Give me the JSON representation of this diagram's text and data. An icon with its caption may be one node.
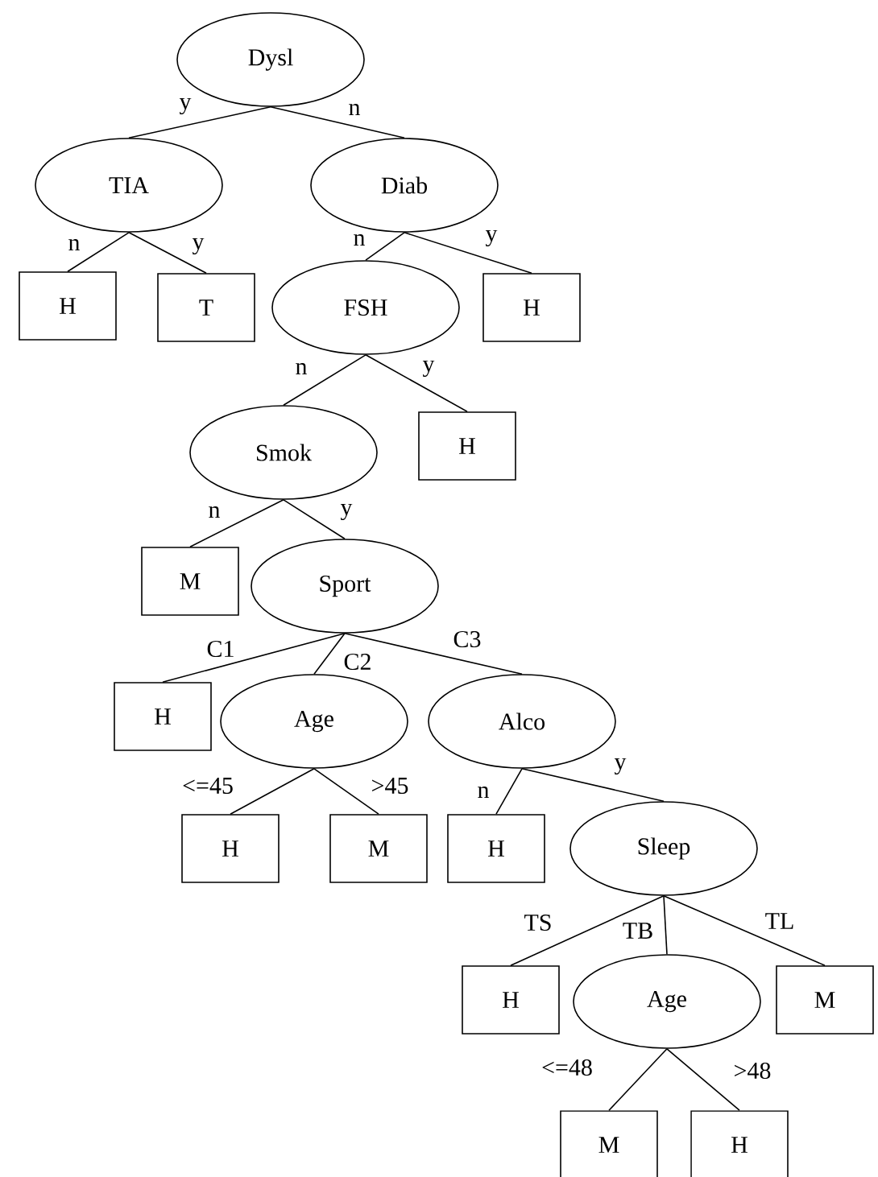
{
  "diagram": {
    "nodes": [
      {
        "text": [
          "Dysl"
        ]
      },
      {
        "text": [
          "TIA"
        ]
      },
      {
        "text": [
          "Diab"
        ]
      },
      {
        "text": [
          "H"
        ]
      },
      {
        "text": [
          "T"
        ]
      },
      {
        "text": [
          "FSH"
        ]
      },
      {
        "text": [
          "H"
        ]
      },
      {
        "text": [
          "Smok"
        ]
      },
      {
        "text": [
          "H"
        ]
      },
      {
        "text": [
          "M"
        ]
      },
      {
        "text": [
          "Sport"
        ]
      },
      {
        "text": [
          "H"
        ]
      },
      {
        "text": [
          "Age"
        ]
      },
      {
        "text": [
          "Alco"
        ]
      },
      {
        "text": [
          "H"
        ]
      },
      {
        "text": [
          "M"
        ]
      },
      {
        "text": [
          "H"
        ]
      },
      {
        "text": [
          "Sleep"
        ]
      },
      {
        "text": [
          "H"
        ]
      },
      {
        "text": [
          "Age"
        ]
      },
      {
        "text": [
          "M"
        ]
      },
      {
        "text": [
          "M"
        ]
      },
      {
        "text": [
          "H"
        ]
      }
    ],
    "edges": [
      {
        "from": 0,
        "to": 1,
        "arrow": "none",
        "label": "y"
      },
      {
        "from": 0,
        "to": 2,
        "arrow": "none",
        "label": "n"
      },
      {
        "from": 1,
        "to": 3,
        "arrow": "none",
        "label": "n"
      },
      {
        "from": 1,
        "to": 4,
        "arrow": "none",
        "label": "y"
      },
      {
        "from": 2,
        "to": 5,
        "arrow": "none",
        "label": "n"
      },
      {
        "from": 2,
        "to": 6,
        "arrow": "none",
        "label": "y"
      },
      {
        "from": 5,
        "to": 7,
        "arrow": "none",
        "label": "n"
      },
      {
        "from": 5,
        "to": 8,
        "arrow": "none",
        "label": "y"
      },
      {
        "from": 7,
        "to": 9,
        "arrow": "none",
        "label": "n"
      },
      {
        "from": 7,
        "to": 10,
        "arrow": "none",
        "label": "y"
      },
      {
        "from": 10,
        "to": 11,
        "arrow": "none",
        "label": "C1"
      },
      {
        "from": 10,
        "to": 12,
        "arrow": "none",
        "label": "C2"
      },
      {
        "from": 10,
        "to": 13,
        "arrow": "none",
        "label": "C3"
      },
      {
        "from": 12,
        "to": 14,
        "arrow": "none",
        "label": "<=45"
      },
      {
        "from": 12,
        "to": 15,
        "arrow": "none",
        "label": ">45"
      },
      {
        "from": 13,
        "to": 16,
        "arrow": "none",
        "label": "n"
      },
      {
        "from": 13,
        "to": 17,
        "arrow": "none",
        "label": "y"
      },
      {
        "from": 17,
        "to": 18,
        "arrow": "none",
        "label": "TS"
      },
      {
        "from": 17,
        "to": 19,
        "arrow": "none",
        "label": "TB"
      },
      {
        "from": 17,
        "to": 20,
        "arrow": "none",
        "label": "TL"
      },
      {
        "from": 19,
        "to": 21,
        "arrow": "none",
        "label": "<=48"
      },
      {
        "from": 19,
        "to": 22,
        "arrow": "none",
        "label": ">48"
      }
    ]
  }
}
